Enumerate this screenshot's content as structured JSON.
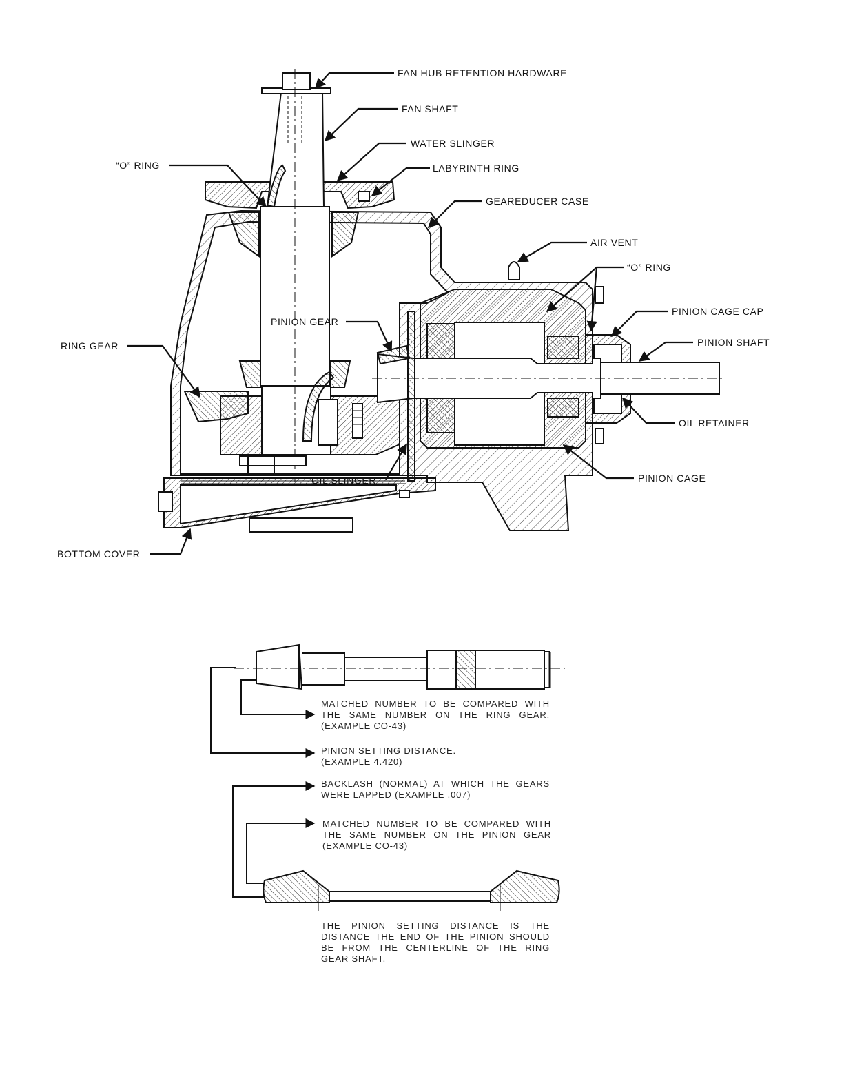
{
  "assembly_labels": {
    "fan_hub_retention_hardware": "FAN HUB RETENTION HARDWARE",
    "fan_shaft": "FAN SHAFT",
    "water_slinger": "WATER SLINGER",
    "o_ring_left": "“O” RING",
    "labyrinth_ring": "LABYRINTH RING",
    "geareducer_case": "GEAREDUCER CASE",
    "air_vent": "AIR VENT",
    "o_ring_right": "“O” RING",
    "pinion_cage_cap": "PINION CAGE CAP",
    "pinion_gear": "PINION GEAR",
    "pinion_shaft": "PINION SHAFT",
    "ring_gear": "RING GEAR",
    "oil_retainer": "OIL RETAINER",
    "oil_slinger": "OIL SLINGER",
    "pinion_cage": "PINION CAGE",
    "bottom_cover": "BOTTOM COVER"
  },
  "pinion_notes": {
    "matched_number": "MATCHED NUMBER TO BE COMPARED WITH THE SAME NUMBER ON THE RING GEAR. (EXAMPLE CO-43)",
    "setting_distance": "PINION SETTING DISTANCE. (EXAMPLE 4.420)"
  },
  "ring_gear_notes": {
    "backlash": "BACKLASH (NORMAL) AT WHICH THE GEARS WERE LAPPED (EXAMPLE .007)",
    "matched_number": "MATCHED NUMBER TO BE COMPARED WITH THE SAME NUMBER ON THE PINION GEAR (EXAMPLE CO-43)",
    "definition": "THE PINION SETTING DISTANCE IS THE DISTANCE THE END OF THE PINION SHOULD BE FROM THE CENTERLINE OF THE RING GEAR SHAFT."
  }
}
